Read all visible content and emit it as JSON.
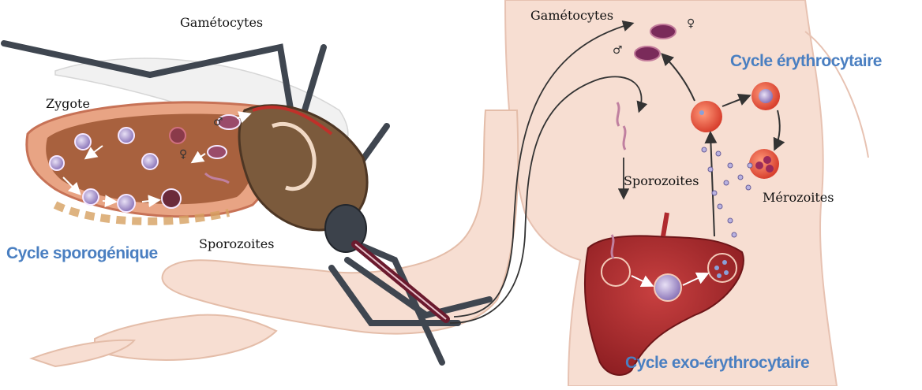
{
  "labels": {
    "gametocytes_mosquito": "Gamétocytes",
    "zygote": "Zygote",
    "sporozoites_mosquito": "Sporozoites",
    "gametocytes_human": "Gamétocytes",
    "sporozoites_human": "Sporozoites",
    "merozoites": "Mérozoites"
  },
  "cycles": {
    "sporogonic": "Cycle sporogénique",
    "erythrocytic": "Cycle érythrocytaire",
    "exo_erythrocytic": "Cycle exo-érythrocytaire"
  },
  "symbols": {
    "male": "♂",
    "female": "♀"
  },
  "colors": {
    "skin": "#f6dcd0",
    "skin_shadow": "#e6bfae",
    "mosquito_body": "#7a5a3c",
    "gut": "#d97a55",
    "liver": "#a8282a",
    "rbc": "#e24a3a",
    "parasite": "#8a74b8",
    "cycle_text": "#4a7fc1"
  }
}
